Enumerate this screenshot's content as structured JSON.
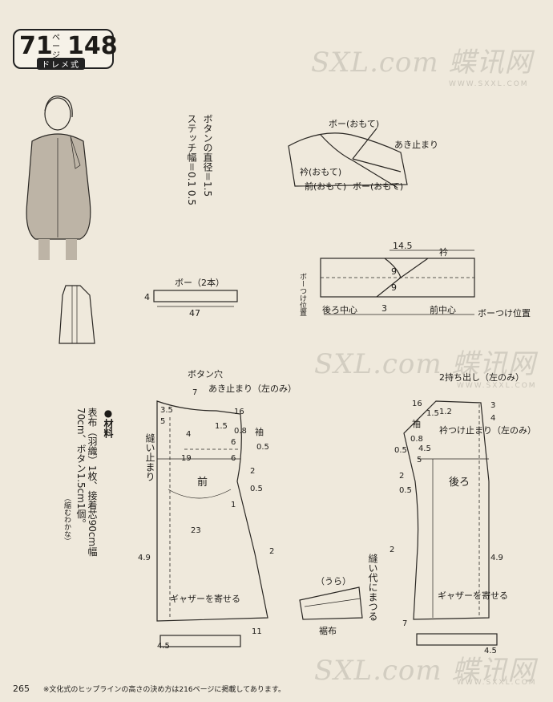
{
  "header": {
    "badge_number_left": "71",
    "badge_unit": "ページ",
    "badge_number_right": "148",
    "badge_method": "ドレメ式"
  },
  "watermark": {
    "brand": "SXL.com 蝶讯网",
    "site": "WWW.SXXL.COM"
  },
  "notes": {
    "button_diameter": "ボタンの直径＝1.5",
    "stitch_width": "ステッチ幅＝0.1 0.5"
  },
  "materials": {
    "heading": "●材料",
    "body": "表布（羽織）1枚、接着芯90cm幅70cm、ボタン1.5cm1個。",
    "note": "（縮むわかな）"
  },
  "detail_sketch": {
    "bow_outer": "ボー(おもて)",
    "slit_stop": "あき止まり",
    "collar_outer": "衿(おもて)",
    "front_outer": "前(おもて)",
    "bow_outer_2": "ボー(おもて)"
  },
  "bow_piece": {
    "title": "ボー（2本）",
    "width": "4",
    "length": "47"
  },
  "collar_piece": {
    "title": "衿",
    "dim_top": "14.5",
    "d1": "9",
    "d2": "9",
    "d3": "3",
    "left_side": "ボーつけ位置",
    "back_center": "後ろ中心",
    "front_center": "前中心",
    "right_side": "ボーつけ位置"
  },
  "front_pattern": {
    "button_hole": "ボタン穴",
    "slit_stop": "あき止まり（左のみ）",
    "label": "前",
    "sleeve": "袖",
    "sew_stop": "縫い止まり",
    "gather": "ギャザーを寄せる",
    "dims": [
      "7",
      "3.5",
      "5",
      "4",
      "16",
      "1.5",
      "0.8",
      "6",
      "6",
      "0.5",
      "19",
      "2",
      "0.5",
      "1",
      "23",
      "2",
      "4.9",
      "11",
      "4.5"
    ]
  },
  "back_pattern": {
    "pleat": "2持ち出し（左のみ）",
    "collar_pos": "衿つけ止まり（左のみ）",
    "label": "後ろ",
    "sleeve": "袖",
    "seam_allowance": "縫い代にまつる",
    "gather": "ギャザーを寄せる",
    "inner": "（うら）",
    "waist_fabric": "裾布",
    "dims": [
      "16",
      "1.5",
      "1.2",
      "3",
      "4",
      "0.8",
      "0.5",
      "4.5",
      "5",
      "2",
      "0.5",
      "2",
      "4.9",
      "7",
      "4.5"
    ]
  },
  "footer": {
    "page": "265",
    "note": "※文化式のヒップラインの高さの決め方は216ページに掲載してあります。"
  }
}
